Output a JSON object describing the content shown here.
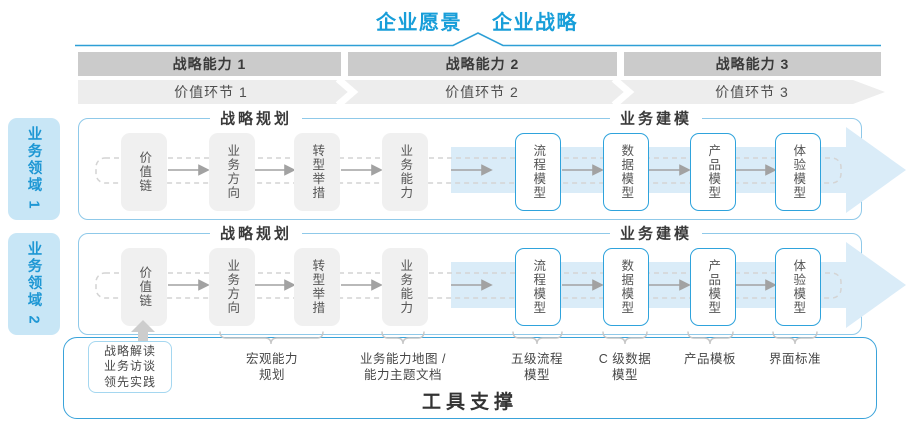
{
  "title": {
    "vision": "企业愿景",
    "strategy": "企业战略"
  },
  "bars": {
    "capability": [
      "战略能力 1",
      "战略能力 2",
      "战略能力 3"
    ],
    "value": [
      "价值环节 1",
      "价值环节 2",
      "价值环节 3"
    ]
  },
  "lanes": [
    {
      "domain": "业务领域 1",
      "planning_header": "战略规划",
      "modeling_header": "业务建模",
      "boxes": [
        "价值链",
        "业务方向",
        "转型举措",
        "业务能力",
        "流程模型",
        "数据模型",
        "产品模型",
        "体验模型"
      ]
    },
    {
      "domain": "业务领域 2",
      "planning_header": "战略规划",
      "modeling_header": "业务建模",
      "boxes": [
        "价值链",
        "业务方向",
        "转型举措",
        "业务能力",
        "流程模型",
        "数据模型",
        "产品模型",
        "体验模型"
      ]
    }
  ],
  "annotations": {
    "practice_box": [
      "战略解读",
      "业务访谈",
      "领先实践"
    ],
    "items": [
      {
        "line1": "宏观能力",
        "line2": "规划"
      },
      {
        "line1": "业务能力地图 /",
        "line2": "能力主题文档"
      },
      {
        "line1": "五级流程",
        "line2": "模型"
      },
      {
        "line1": "C 级数据",
        "line2": "模型"
      },
      {
        "line1": "产品模板",
        "line2": ""
      },
      {
        "line1": "界面标准",
        "line2": ""
      }
    ]
  },
  "footer": "工具支撑",
  "colors": {
    "accent_blue": "#189ED9",
    "lane_border": "#8FC9E9",
    "model_box_border": "#2FA3DC",
    "big_arrow_fill": "#DAECF8",
    "domain_label_bg": "#C8E6F6",
    "bar_gray": "#CBCBCB",
    "band_gray": "#EDEDED",
    "box_gray": "#F0F0F0",
    "text_dark": "#3A3A3A",
    "connector_gray": "#A2A2A2"
  }
}
